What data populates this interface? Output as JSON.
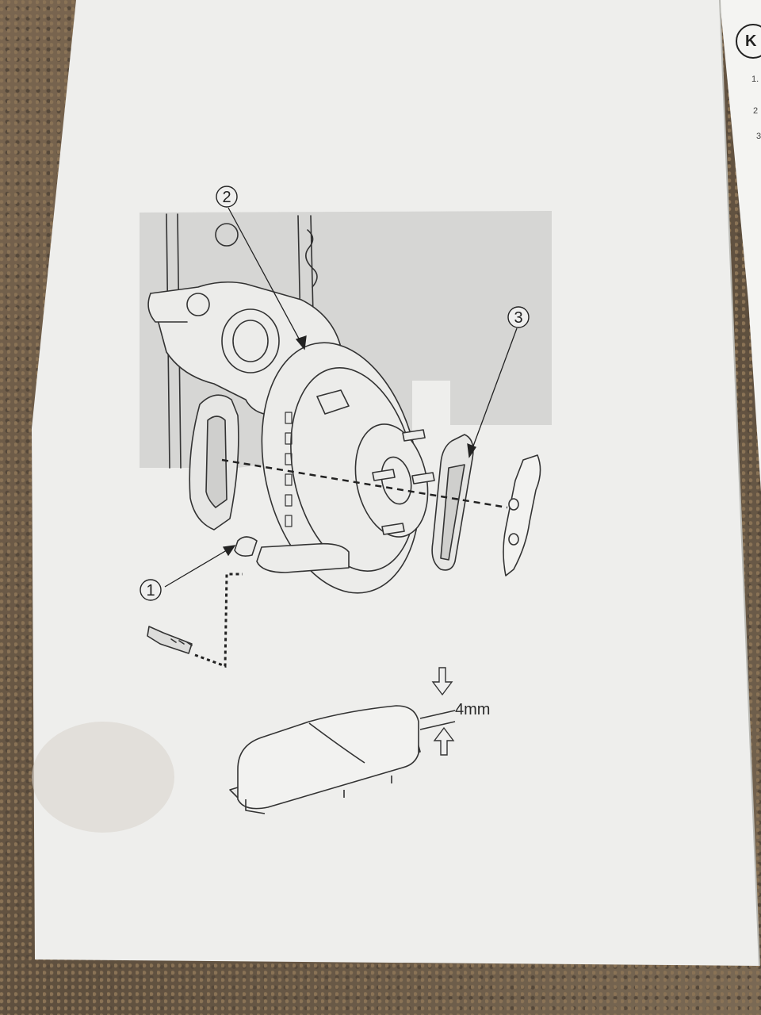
{
  "diagram": {
    "callouts": [
      {
        "id": "callout-1",
        "label": "1"
      },
      {
        "id": "callout-2",
        "label": "2"
      },
      {
        "id": "callout-3",
        "label": "3"
      }
    ],
    "pad_wear_limit": "4mm",
    "side_sheet": {
      "badge": "K",
      "steps": [
        "1.",
        "2",
        "3"
      ]
    }
  },
  "colors": {
    "paper": "#efefee",
    "shade_panel": "#d4d4d4",
    "line": "#333333"
  }
}
